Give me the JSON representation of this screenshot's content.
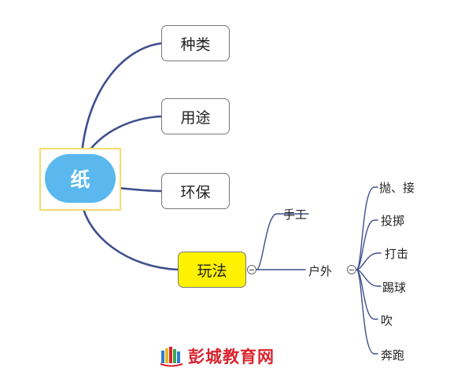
{
  "root": {
    "label": "纸"
  },
  "branches": [
    {
      "label": "种类"
    },
    {
      "label": "用途"
    },
    {
      "label": "环保"
    },
    {
      "label": "玩法"
    }
  ],
  "wanfa": {
    "handcraft": {
      "label": "手工"
    },
    "outdoor": {
      "label": "户外",
      "items": [
        {
          "label": "抛、接"
        },
        {
          "label": "投掷"
        },
        {
          "label": "打击"
        },
        {
          "label": "踢球"
        },
        {
          "label": "吹"
        },
        {
          "label": "奔跑"
        }
      ]
    }
  },
  "logo": {
    "text": "彭城教育网"
  },
  "colors": {
    "connector": "#3f4f8e",
    "root_fill": "#5ab8ee",
    "highlight_fill": "#fff200",
    "logo_red": "#d9232d"
  }
}
